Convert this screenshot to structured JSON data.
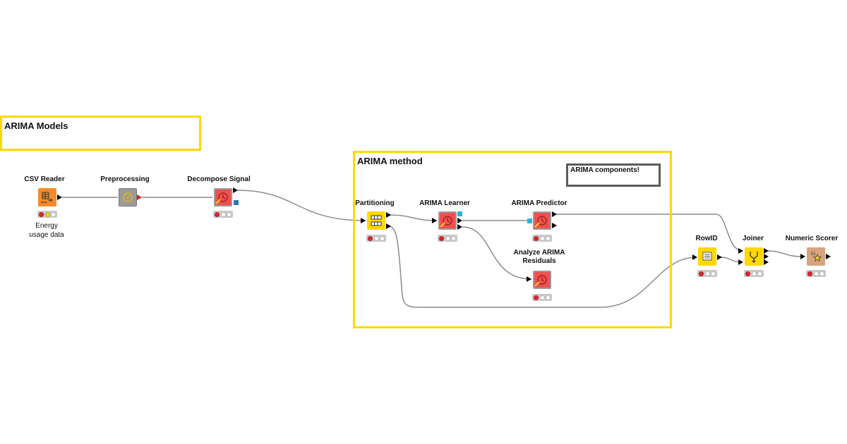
{
  "annotations": {
    "arima_models": "ARIMA Models",
    "arima_method": "ARIMA method",
    "arima_components": "ARIMA components!"
  },
  "nodes": {
    "csv_reader": {
      "label": "CSV Reader",
      "caption": "Energy usage data",
      "status": [
        "red",
        "yellow",
        "white"
      ]
    },
    "preprocessing": {
      "label": "Preprocessing"
    },
    "decompose": {
      "label": "Decompose Signal",
      "status": [
        "red",
        "white",
        "white"
      ]
    },
    "partitioning": {
      "label": "Partitioning",
      "status": [
        "red",
        "white",
        "white"
      ]
    },
    "arima_learner": {
      "label": "ARIMA Learner",
      "status": [
        "red",
        "white",
        "white"
      ]
    },
    "arima_predictor": {
      "label": "ARIMA Predictor",
      "status": [
        "red",
        "white",
        "white"
      ]
    },
    "analyze_residuals": {
      "label": "Analyze ARIMA Residuals",
      "status": [
        "red",
        "white",
        "white"
      ]
    },
    "rowid": {
      "label": "RowID",
      "status": [
        "red",
        "white",
        "white"
      ]
    },
    "joiner": {
      "label": "Joiner",
      "status": [
        "red",
        "white",
        "white"
      ]
    },
    "numeric_scorer": {
      "label": "Numeric Scorer",
      "status": [
        "red",
        "white",
        "white"
      ]
    }
  },
  "colors": {
    "source": "#f58b2a",
    "manipulator": "#ffd800",
    "learner": "#f0504f",
    "metanode": "#9b9b9b",
    "scorer": "#d6a47f",
    "connection": "#8c8c8c",
    "annotation_yellow": "#ffd800",
    "port_blue": "#2a7ab0",
    "port_cyan": "#2ab4d8"
  }
}
